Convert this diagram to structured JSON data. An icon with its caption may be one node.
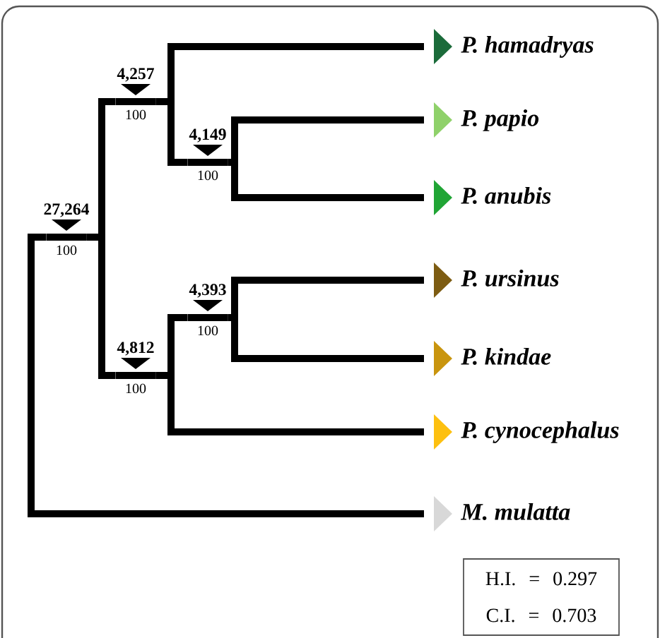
{
  "diagram": {
    "nodes": [
      {
        "text": [
          "27,264",
          "100"
        ]
      },
      {
        "text": [
          "4,257",
          "100"
        ]
      },
      {
        "text": [
          "4,149",
          "100"
        ]
      },
      {
        "text": [
          "4,812",
          "100"
        ]
      },
      {
        "text": [
          "4,393",
          "100"
        ]
      },
      {
        "text": [
          "P. hamadryas"
        ]
      },
      {
        "text": [
          "P. papio"
        ]
      },
      {
        "text": [
          "P. anubis"
        ]
      },
      {
        "text": [
          "P. ursinus"
        ]
      },
      {
        "text": [
          "P. kindae"
        ]
      },
      {
        "text": [
          "P. cynocephalus"
        ]
      },
      {
        "text": [
          "M. mulatta"
        ]
      },
      {
        "text": [
          "H.I. = 0.297",
          "C.I. = 0.703"
        ]
      }
    ],
    "edges": [
      {
        "from": 0,
        "to": 1,
        "arrow": "none"
      },
      {
        "from": 0,
        "to": 3,
        "arrow": "none"
      },
      {
        "from": 1,
        "to": 5,
        "arrow": "to"
      },
      {
        "from": 1,
        "to": 2,
        "arrow": "none"
      },
      {
        "from": 2,
        "to": 6,
        "arrow": "to"
      },
      {
        "from": 2,
        "to": 7,
        "arrow": "to"
      },
      {
        "from": 3,
        "to": 4,
        "arrow": "none"
      },
      {
        "from": 3,
        "to": 10,
        "arrow": "to"
      },
      {
        "from": 4,
        "to": 8,
        "arrow": "to"
      },
      {
        "from": 4,
        "to": 9,
        "arrow": "to"
      },
      {
        "from": 0,
        "to": 11,
        "arrow": "to"
      }
    ]
  }
}
